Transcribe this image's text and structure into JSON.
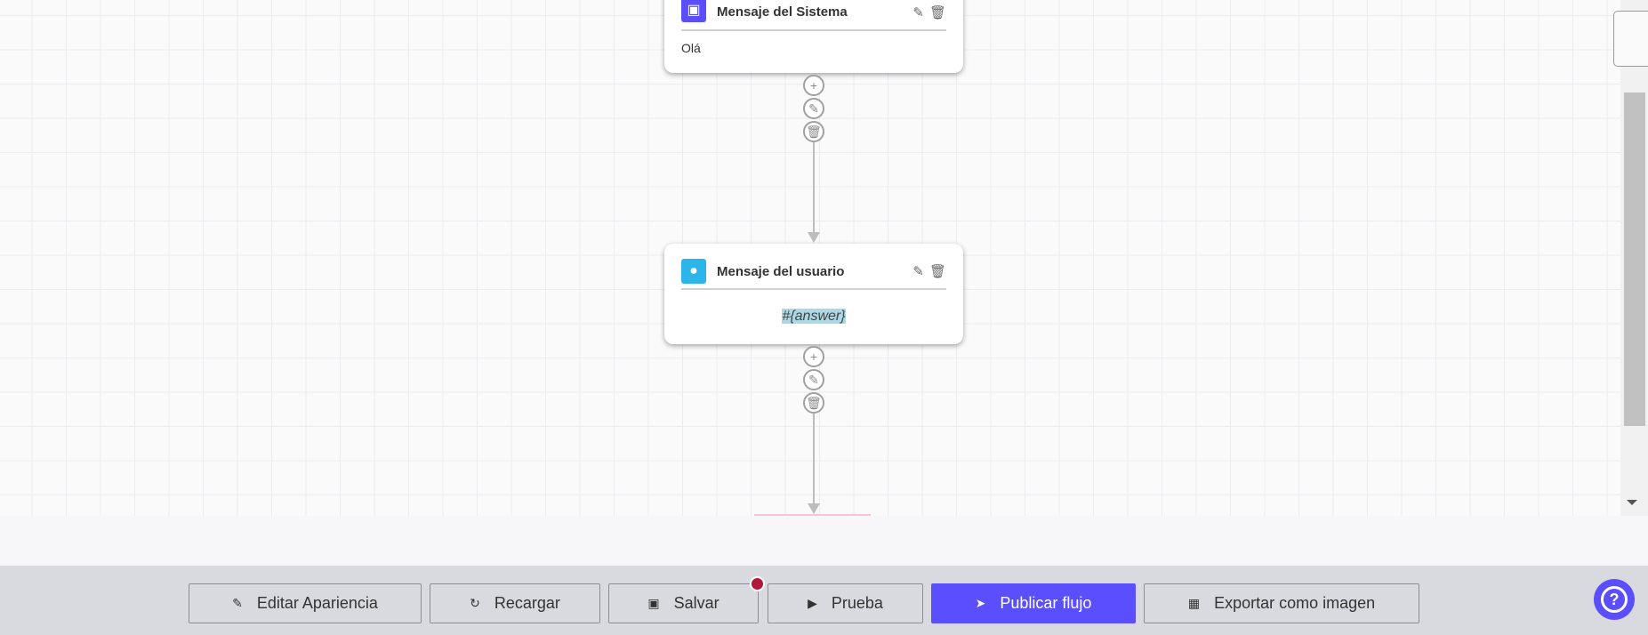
{
  "nodes": [
    {
      "title": "Mensaje del Sistema",
      "type": "system",
      "icon": "robot-icon",
      "color": "#5b4ffd",
      "content": "Olá"
    },
    {
      "title": "Mensaje del usuario",
      "type": "user",
      "icon": "user-icon",
      "color": "#2bb5ea",
      "content": "#{answer}"
    }
  ],
  "toolbar": {
    "edit_appearance": "Editar Apariencia",
    "reload": "Recargar",
    "save": "Salvar",
    "test": "Prueba",
    "publish": "Publicar flujo",
    "export": "Exportar como imagen"
  },
  "colors": {
    "accent": "#5b4ffd",
    "unsaved_dot": "#b3173a"
  },
  "help": "?"
}
